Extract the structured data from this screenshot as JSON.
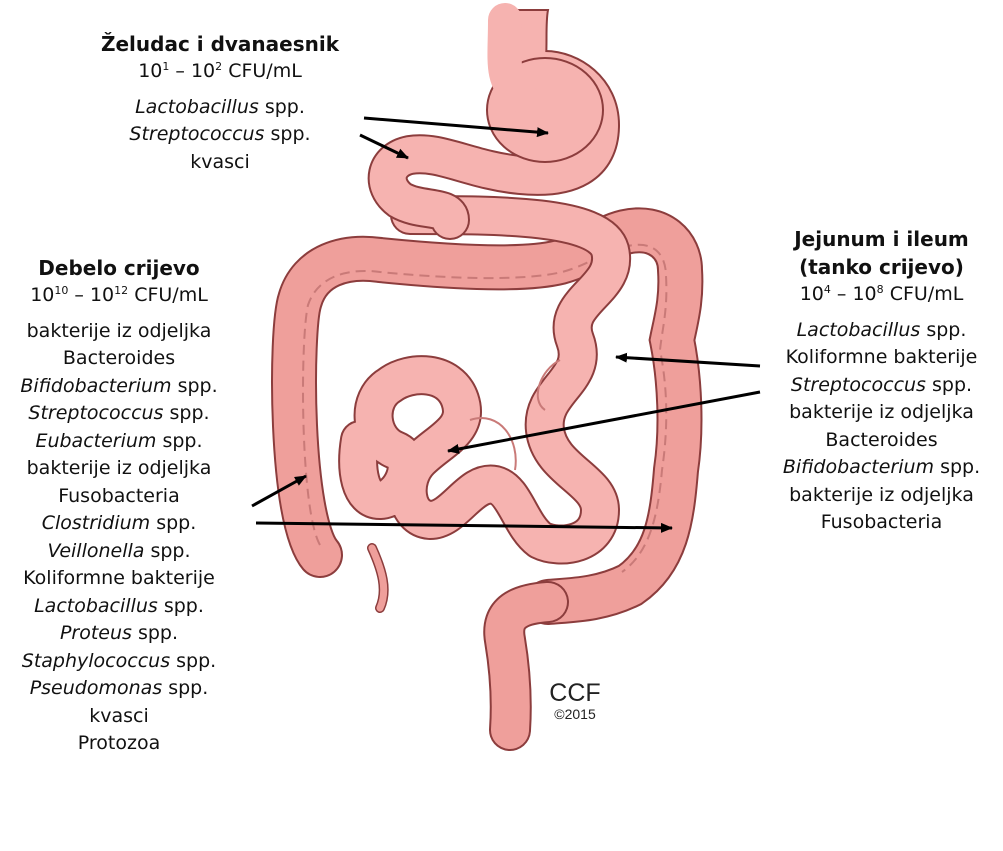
{
  "stomach": {
    "title": "Želudac i dvanaesnik",
    "conc_base": "10",
    "conc_exp1": "1",
    "conc_mid": " – 10",
    "conc_exp2": "2",
    "conc_unit": " CFU/mL",
    "organisms": [
      {
        "genus": "Lactobacillus",
        "suffix": " spp."
      },
      {
        "genus": "Streptococcus",
        "suffix": " spp."
      },
      {
        "genus": "",
        "suffix": "kvasci"
      }
    ]
  },
  "small_intestine": {
    "title_line1": "Jejunum i ileum",
    "title_line2": "(tanko crijevo)",
    "conc_base": "10",
    "conc_exp1": "4",
    "conc_mid": " – 10",
    "conc_exp2": "8",
    "conc_unit": " CFU/mL",
    "organisms": [
      {
        "genus": "Lactobacillus",
        "suffix": " spp."
      },
      {
        "genus": "",
        "suffix": "Koliformne bakterije"
      },
      {
        "genus": "Streptococcus",
        "suffix": " spp."
      },
      {
        "genus": "",
        "suffix": "bakterije iz odjeljka"
      },
      {
        "genus": "",
        "suffix": "Bacteroides"
      },
      {
        "genus": "Bifidobacterium",
        "suffix": " spp."
      },
      {
        "genus": "",
        "suffix": "bakterije iz odjeljka"
      },
      {
        "genus": "",
        "suffix": "Fusobacteria"
      }
    ]
  },
  "large_intestine": {
    "title": "Debelo crijevo",
    "conc_base": "10",
    "conc_exp1": "10",
    "conc_mid": " – 10",
    "conc_exp2": "12",
    "conc_unit": " CFU/mL",
    "organisms": [
      {
        "genus": "",
        "suffix": "bakterije iz odjeljka"
      },
      {
        "genus": "",
        "suffix": "Bacteroides"
      },
      {
        "genus": "Bifidobacterium",
        "suffix": " spp."
      },
      {
        "genus": "Streptococcus",
        "suffix": " spp."
      },
      {
        "genus": "Eubacterium",
        "suffix": " spp."
      },
      {
        "genus": "",
        "suffix": "bakterije iz odjeljka"
      },
      {
        "genus": "",
        "suffix": "Fusobacteria"
      },
      {
        "genus": "Clostridium",
        "suffix": " spp."
      },
      {
        "genus": "Veillonella",
        "suffix": " spp."
      },
      {
        "genus": "",
        "suffix": "Koliformne bakterije"
      },
      {
        "genus": "Lactobacillus",
        "suffix": " spp."
      },
      {
        "genus": "Proteus",
        "suffix": " spp."
      },
      {
        "genus": "Staphylococcus",
        "suffix": " spp."
      },
      {
        "genus": "Pseudomonas",
        "suffix": " spp."
      },
      {
        "genus": "",
        "suffix": "kvasci"
      },
      {
        "genus": "",
        "suffix": "Protozoa"
      }
    ]
  },
  "credit": {
    "mark": "CCF",
    "year": "©2015"
  },
  "colors": {
    "organ_fill": "#f6b3b0",
    "organ_outline": "#8c3d3d",
    "colon_fill": "#ef9f9b",
    "arrow": "#000000"
  }
}
